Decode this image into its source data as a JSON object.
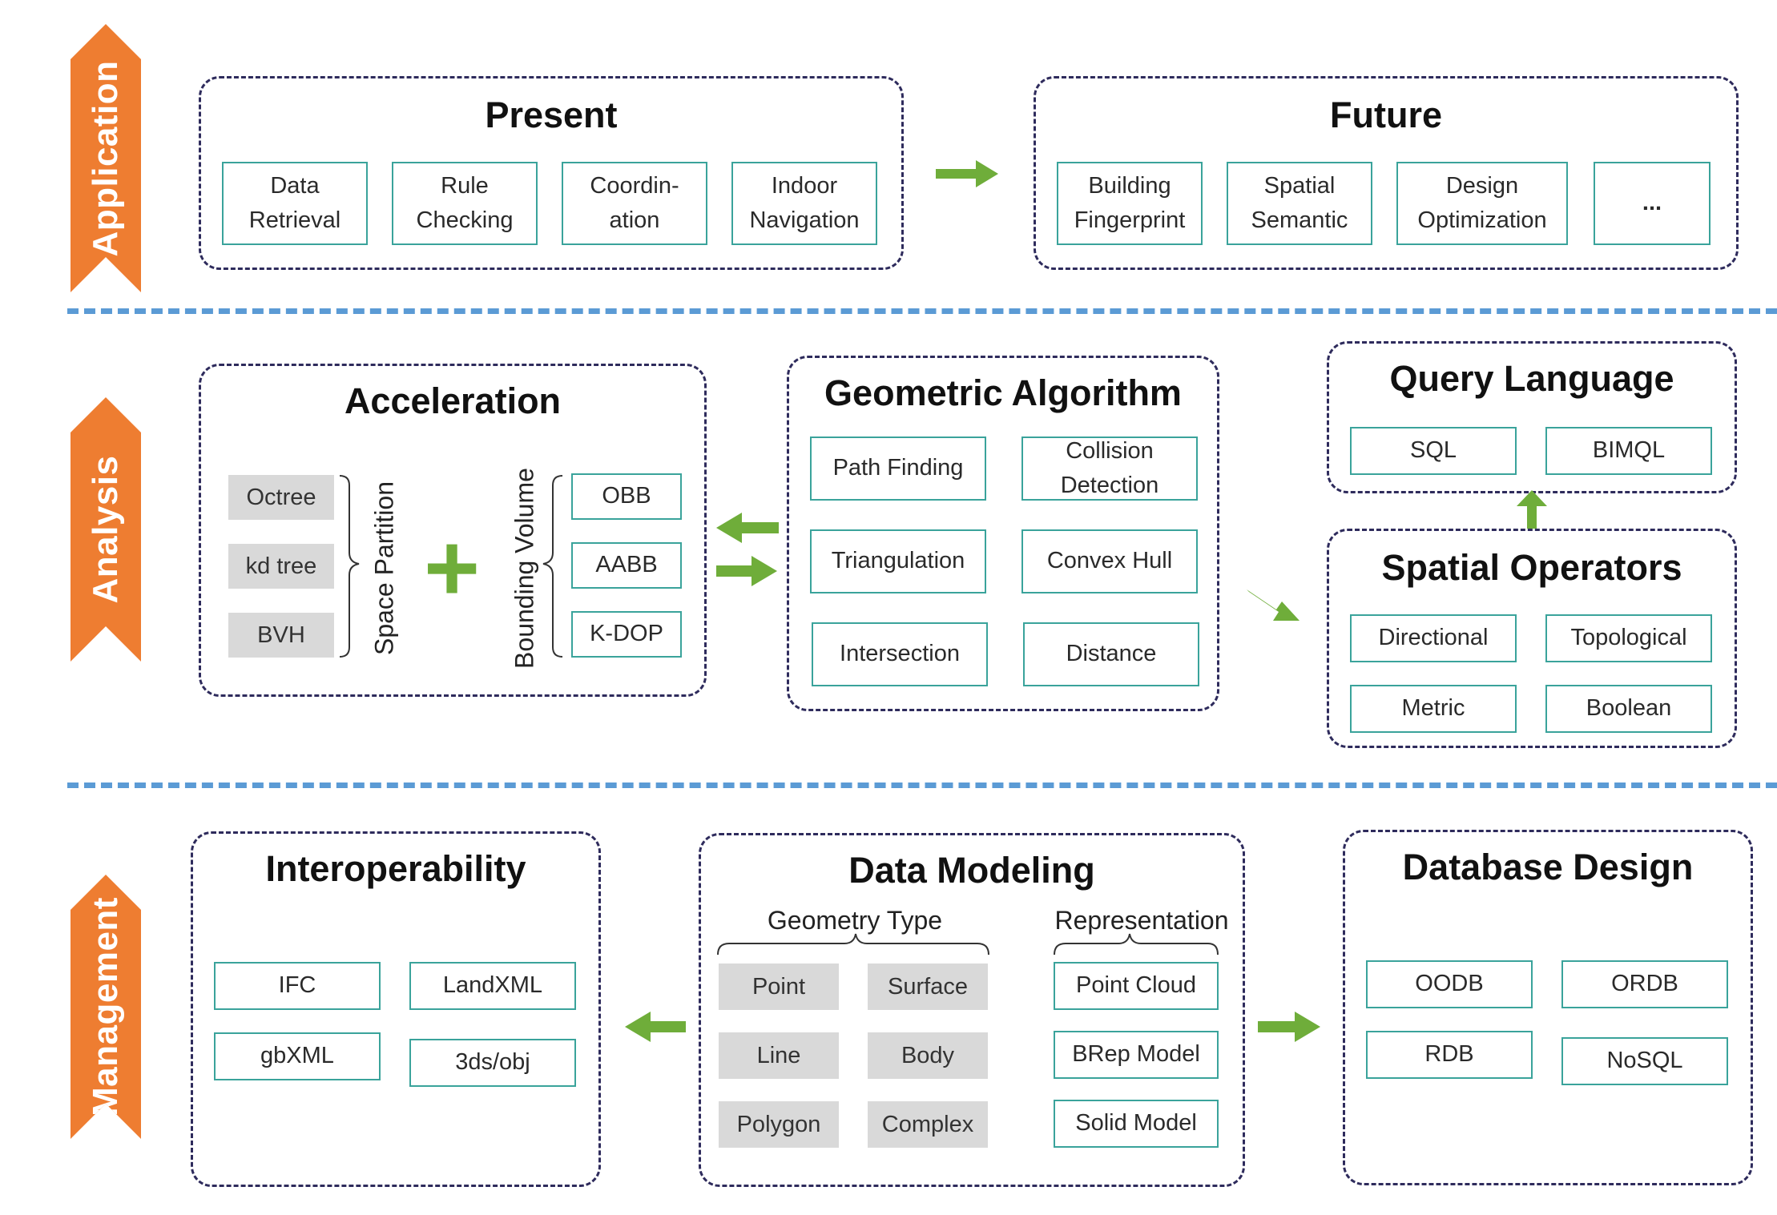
{
  "layers": {
    "application": "Application",
    "analysis": "Analysis",
    "management": "Management"
  },
  "application": {
    "present": {
      "title": "Present",
      "items": [
        "Data\nRetrieval",
        "Rule\nChecking",
        "Coordin-\nation",
        "Indoor\nNavigation"
      ]
    },
    "future": {
      "title": "Future",
      "items": [
        "Building\nFingerprint",
        "Spatial\nSemantic",
        "Design\nOptimization",
        "..."
      ]
    }
  },
  "analysis": {
    "acceleration": {
      "title": "Acceleration",
      "space_partition_label": "Space Partition",
      "space_partition_items": [
        "Octree",
        "kd tree",
        "BVH"
      ],
      "bounding_volume_label": "Bounding Volume",
      "bounding_volume_items": [
        "OBB",
        "AABB",
        "K-DOP"
      ],
      "plus": "+"
    },
    "geometric_algorithm": {
      "title": "Geometric Algorithm",
      "items": [
        "Path Finding",
        "Collision\nDetection",
        "Triangulation",
        "Convex Hull",
        "Intersection",
        "Distance"
      ]
    },
    "query_language": {
      "title": "Query Language",
      "items": [
        "SQL",
        "BIMQL"
      ]
    },
    "spatial_operators": {
      "title": "Spatial Operators",
      "items": [
        "Directional",
        "Topological",
        "Metric",
        "Boolean"
      ]
    }
  },
  "management": {
    "interoperability": {
      "title": "Interoperability",
      "items": [
        "IFC",
        "LandXML",
        "gbXML",
        "3ds/obj"
      ]
    },
    "data_modeling": {
      "title": "Data Modeling",
      "geometry_type_label": "Geometry Type",
      "geometry_type_items": [
        "Point",
        "Surface",
        "Line",
        "Body",
        "Polygon",
        "Complex"
      ],
      "representation_label": "Representation",
      "representation_items": [
        "Point Cloud",
        "BRep Model",
        "Solid Model"
      ]
    },
    "database_design": {
      "title": "Database Design",
      "items": [
        "OODB",
        "ORDB",
        "RDB",
        "NoSQL"
      ]
    }
  },
  "colors": {
    "layer_tag": "#ee7d31",
    "divider": "#5b9bd5",
    "box_border": "#3aa39b",
    "group_border": "#2e2b5c",
    "arrow": "#6fad3a",
    "gray_box": "#d9d9d9"
  }
}
